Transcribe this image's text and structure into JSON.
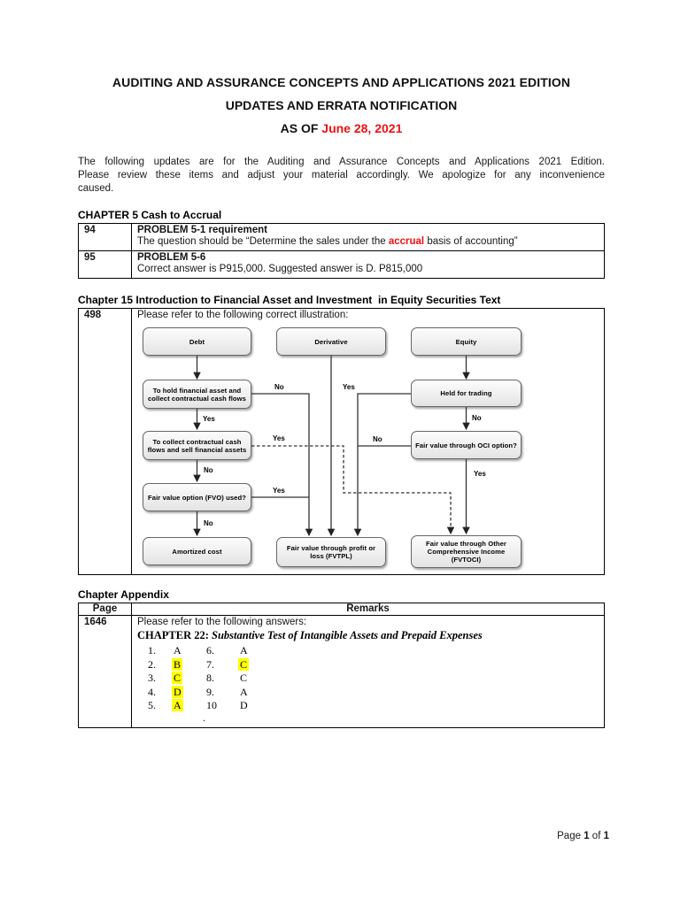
{
  "colors": {
    "accent_red": "#ee1111",
    "highlight_yellow": "#ffff00"
  },
  "header": {
    "title_line1": "AUDITING AND ASSURANCE CONCEPTS AND APPLICATIONS 2021 EDITION",
    "title_line2": "UPDATES AND ERRATA NOTIFICATION",
    "as_of_prefix": "AS OF ",
    "as_of_date": "June 28, 2021"
  },
  "intro": {
    "lines": [
      "The following updates are for the Auditing and Assurance Concepts and Applications 2021 Edition.",
      "Please review these items and adjust your material accordingly. We apologize for any inconvenience",
      "caused."
    ]
  },
  "chapter5": {
    "heading": "CHAPTER 5 Cash to Accrual",
    "rows": [
      {
        "page": "94",
        "title": "PROBLEM 5-1 requirement",
        "body_pre": "The question should be “Determine the sales under the ",
        "body_accent": "accrual",
        "body_post": " basis of accounting”"
      },
      {
        "page": "95",
        "title": "PROBLEM 5-6",
        "body": "Correct answer is P915,000. Suggested answer is D. P815,000"
      }
    ]
  },
  "chapter15": {
    "heading": "Chapter 15 Introduction to Financial Asset and Investment  in Equity Securities Text",
    "page": "498",
    "note": "Please refer to the following correct illustration:",
    "flowchart": {
      "boxes": {
        "debt": "Debt",
        "derivative": "Derivative",
        "equity": "Equity",
        "hold_collect": "To hold financial asset and collect contractual cash flows",
        "held_trading": "Held for trading",
        "collect_sell": "To collect contractual cash flows and sell financial assets",
        "oci_option": "Fair value through OCI option?",
        "fvo_used": "Fair value option (FVO) used?",
        "amortized_cost": "Amortized cost",
        "fvtpl": "Fair value through profit or loss (FVTPL)",
        "fvtoci": "Fair value through Other Comprehensive Income (FVTOCI)"
      },
      "labels": {
        "yes": "Yes",
        "no": "No"
      }
    }
  },
  "appendix": {
    "heading": "Chapter Appendix",
    "col_page": "Page",
    "col_remarks": "Remarks",
    "page": "1646",
    "note": "Please refer to the following answers:",
    "chapter_label": "CHAPTER 22:",
    "chapter_title": " Substantive Test of Intangible Assets and Prepaid Expenses",
    "answers": [
      {
        "n1": "1.",
        "a1": "A",
        "hl1": false,
        "n2": "6.",
        "a2": "A",
        "hl2": false
      },
      {
        "n1": "2.",
        "a1": "B",
        "hl1": true,
        "n2": "7.",
        "a2": "C",
        "hl2": true
      },
      {
        "n1": "3.",
        "a1": "C",
        "hl1": true,
        "n2": "8.",
        "a2": "C",
        "hl2": false
      },
      {
        "n1": "4.",
        "a1": "D",
        "hl1": true,
        "n2": "9.",
        "a2": "A",
        "hl2": false
      },
      {
        "n1": "5.",
        "a1": "A",
        "hl1": true,
        "n2": "10",
        "a2": "D",
        "hl2": false
      }
    ],
    "stray_dot": "."
  },
  "footer": {
    "page_word": "Page",
    "page_number": "1",
    "of_word": "of",
    "total_pages": "1"
  }
}
